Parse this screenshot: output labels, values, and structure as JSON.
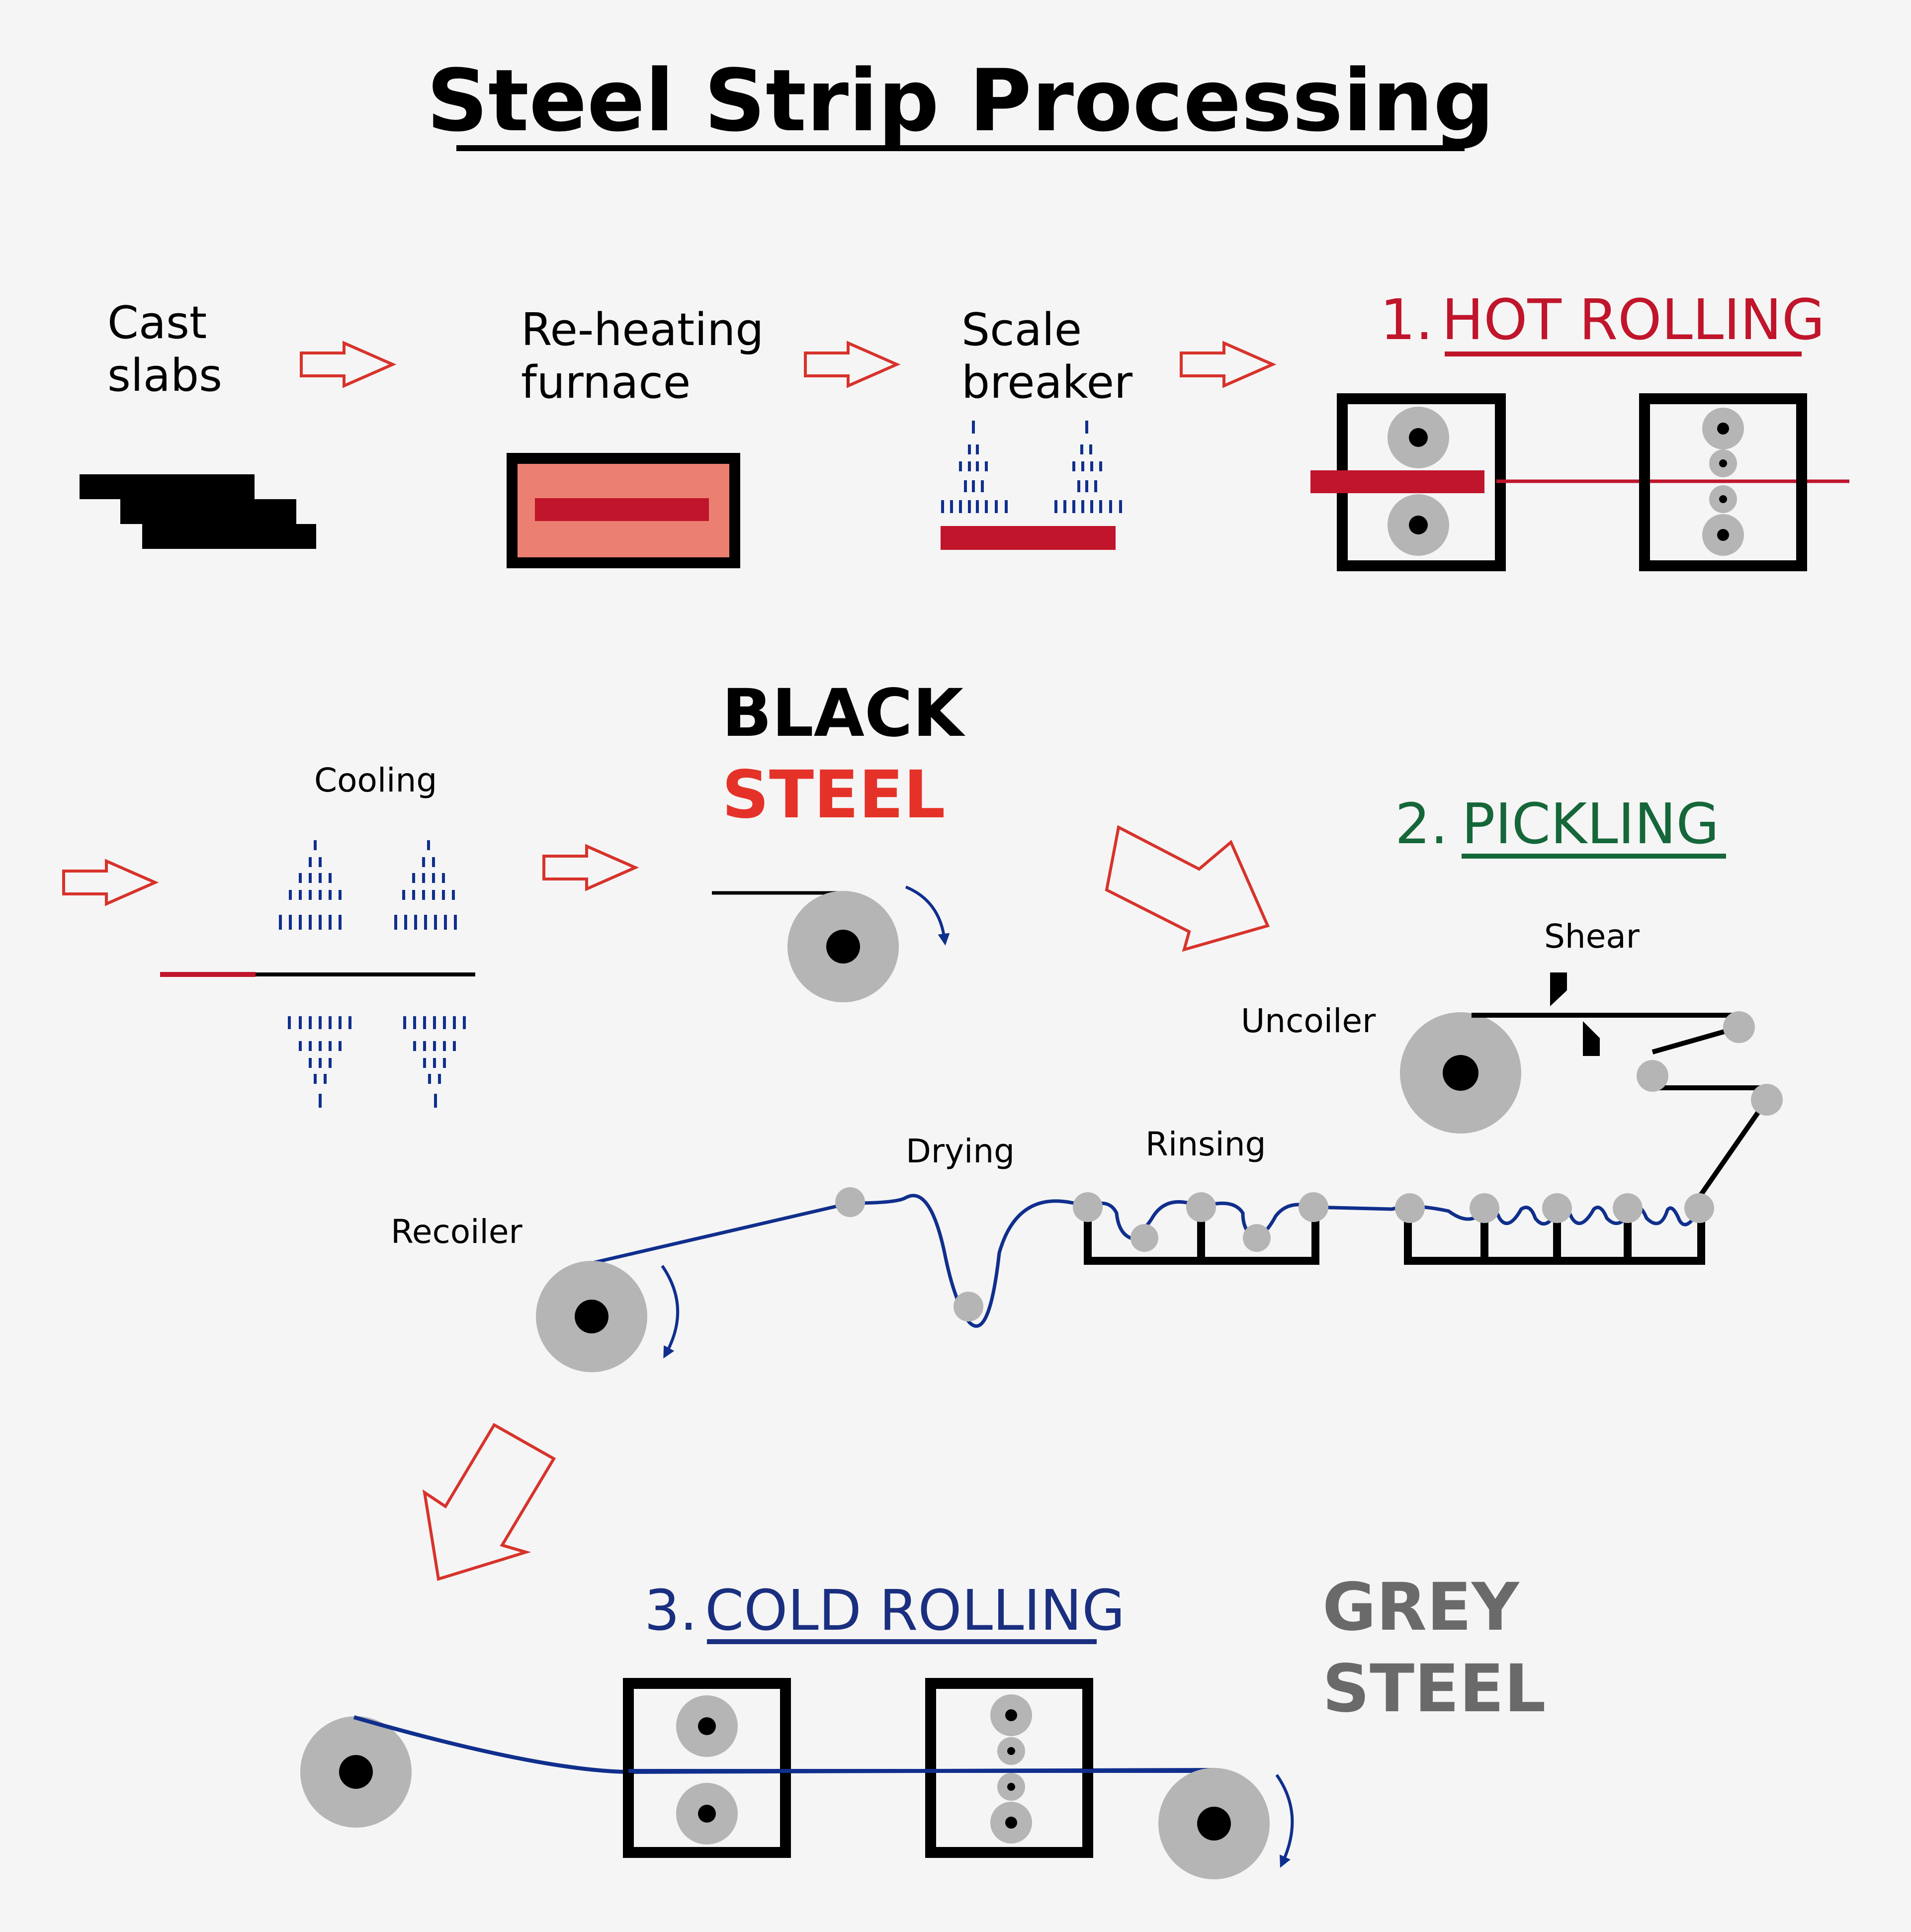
{
  "title": "Steel Strip Processing",
  "colors": {
    "hot": "#c0152b",
    "pickling": "#15673a",
    "cold": "#1a2f80",
    "arrow": "#d7332b",
    "roller": "#b5b5b5",
    "furnace_fill": "#eb7f72",
    "black_steel_line1": "#000000",
    "black_steel_line2": "#e53228",
    "grey_steel": "#6a6a6a",
    "strip_blue": "#102f8d"
  },
  "steps": {
    "cast_slabs": {
      "line1": "Cast",
      "line2": "slabs"
    },
    "reheating": {
      "line1": "Re-heating",
      "line2": "furnace"
    },
    "scale": {
      "line1": "Scale",
      "line2": "breaker"
    }
  },
  "stages": {
    "hot": {
      "number": "1.",
      "name": "HOT ROLLING"
    },
    "pickling": {
      "number": "2.",
      "name": "PICKLING"
    },
    "cold": {
      "number": "3.",
      "name": "COLD ROLLING"
    }
  },
  "cooling": "Cooling",
  "black_steel": {
    "line1": "BLACK",
    "line2": "STEEL"
  },
  "grey_steel": {
    "line1": "GREY",
    "line2": "STEEL"
  },
  "pickling_labels": {
    "shear": "Shear",
    "uncoiler": "Uncoiler",
    "drying": "Drying",
    "rinsing": "Rinsing",
    "recoiler": "Recoiler"
  },
  "icons": [
    "right-arrow-icon",
    "down-right-arrow-icon",
    "down-left-arrow-icon",
    "coil-icon",
    "roll-stand-icon",
    "spray-icon",
    "rotation-arrow-icon"
  ]
}
